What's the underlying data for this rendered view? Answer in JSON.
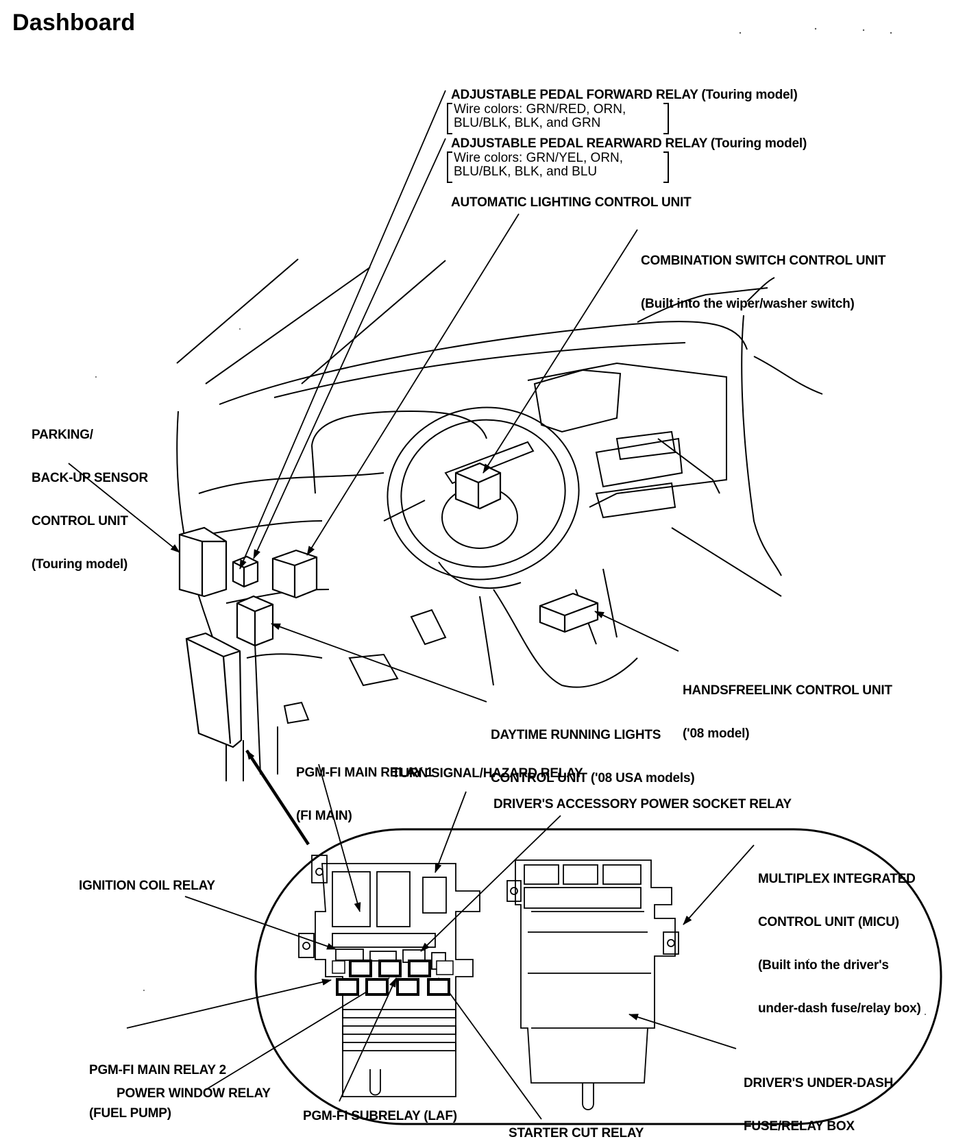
{
  "title": "Dashboard",
  "labels": {
    "pedal_fwd": "ADJUSTABLE PEDAL FORWARD RELAY (Touring model)",
    "pedal_fwd_wires_1": "Wire colors: GRN/RED, ORN,",
    "pedal_fwd_wires_2": "BLU/BLK, BLK, and GRN",
    "pedal_rear": "ADJUSTABLE PEDAL REARWARD RELAY (Touring model)",
    "pedal_rear_wires_1": "Wire colors: GRN/YEL, ORN,",
    "pedal_rear_wires_2": "BLU/BLK, BLK, and BLU",
    "auto_light": "AUTOMATIC LIGHTING CONTROL UNIT",
    "combo_1": "COMBINATION SWITCH CONTROL UNIT",
    "combo_2": "(Built into the wiper/washer switch)",
    "parking_1": "PARKING/",
    "parking_2": "BACK-UP SENSOR",
    "parking_3": "CONTROL UNIT",
    "parking_4": "(Touring model)",
    "hfl_1": "HANDSFREELINK CONTROL UNIT",
    "hfl_2": "('08 model)",
    "drl_1": "DAYTIME RUNNING LIGHTS",
    "drl_2": "CONTROL UNIT ('08 USA models)",
    "pgm1_1": "PGM-FI MAIN RELAY 1",
    "pgm1_2": "(FI MAIN)",
    "turn": "TURN SIGNAL/HAZARD RELAY",
    "acc": "DRIVER'S ACCESSORY POWER SOCKET RELAY",
    "micu_1": "MULTIPLEX INTEGRATED",
    "micu_2": "CONTROL UNIT (MICU)",
    "micu_3": "(Built into the driver's",
    "micu_4": "under-dash fuse/relay box)",
    "ign": "IGNITION COIL RELAY",
    "pgm2_1": "PGM-FI MAIN RELAY 2",
    "pgm2_2": "(FUEL PUMP)",
    "pwr": "POWER WINDOW RELAY",
    "sub": "PGM-FI SUBRELAY (LAF)",
    "starter": "STARTER CUT RELAY",
    "underdash_1": "DRIVER'S UNDER-DASH",
    "underdash_2": "FUSE/RELAY BOX"
  }
}
